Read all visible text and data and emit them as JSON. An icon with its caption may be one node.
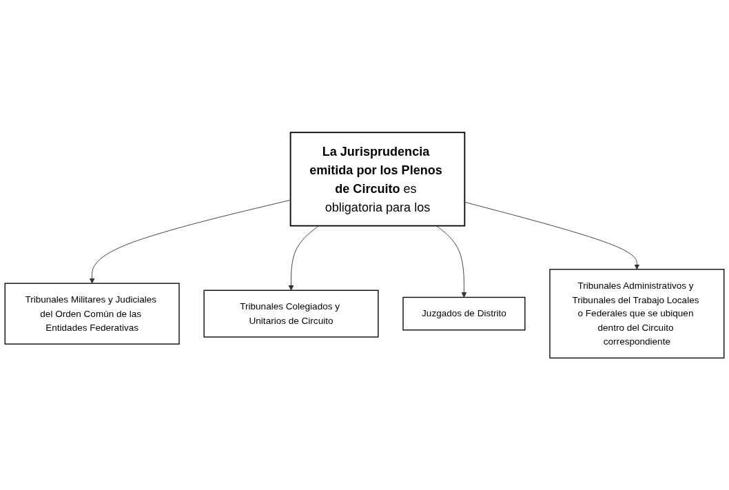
{
  "diagram": {
    "nodes": [
      {
        "text": [
          "Tribunales Militares y Judiciales del Orden Común de las Entidades Federativas"
        ]
      },
      {
        "text": [
          "Tribunales Colegiados y Unitarios de Circuito"
        ]
      },
      {
        "text": [
          "**La Jurisprudencia emitida por los Plenos de Circuito** es obligatoria para los"
        ]
      },
      {
        "text": [
          "Juzgados de Distrito"
        ]
      },
      {
        "text": [
          "Tribunales Administrativos y Tribunales del Trabajo Locales o Federales que se ubiquen dentro del Circuito correspondiente"
        ]
      }
    ],
    "edges": [
      {
        "from": 2,
        "to": 0,
        "arrow": "to"
      },
      {
        "from": 2,
        "to": 1,
        "arrow": "to"
      },
      {
        "from": 2,
        "to": 3,
        "arrow": "to"
      },
      {
        "from": 2,
        "to": 4,
        "arrow": "to"
      }
    ]
  }
}
